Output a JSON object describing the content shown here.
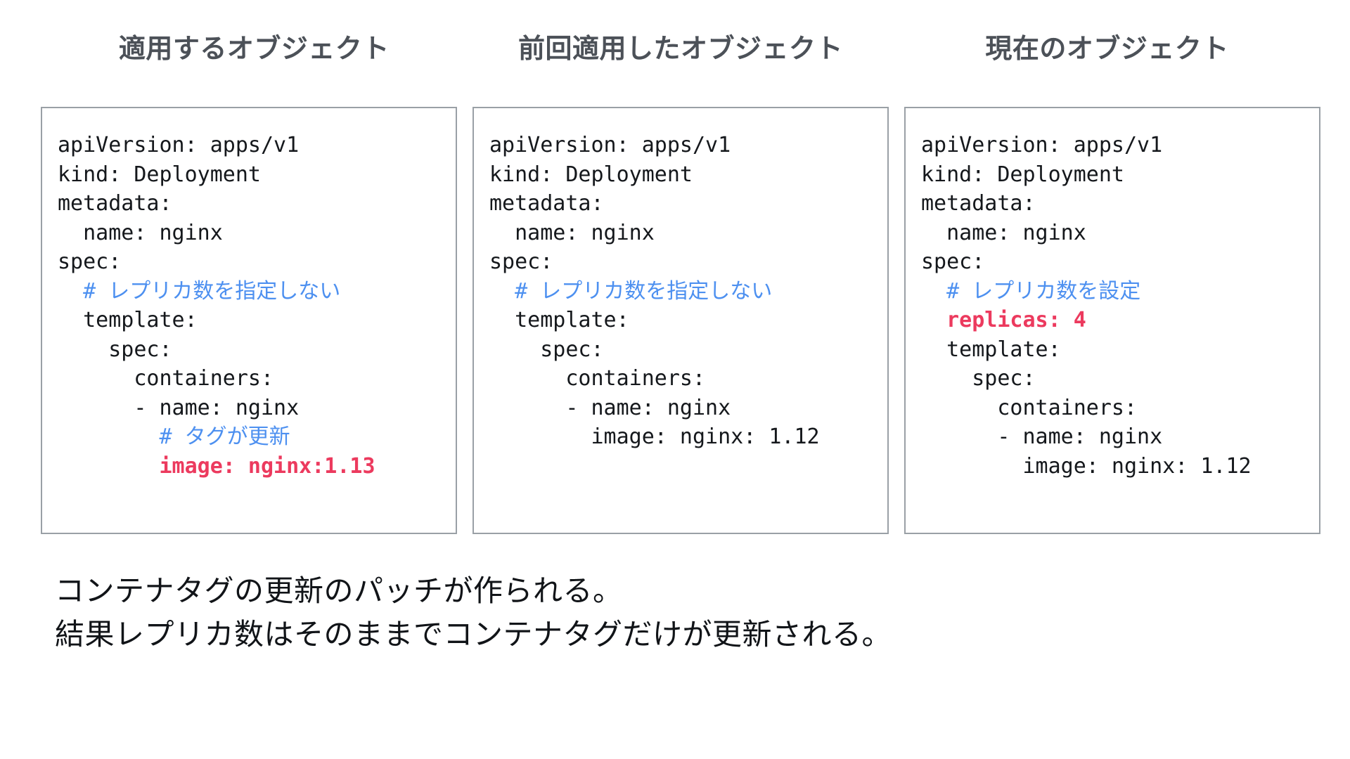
{
  "columns": [
    {
      "title": "適用するオブジェクト",
      "lines": [
        {
          "text": "apiVersion: apps/v1",
          "style": "plain"
        },
        {
          "text": "kind: Deployment",
          "style": "plain"
        },
        {
          "text": "metadata:",
          "style": "plain"
        },
        {
          "text": "  name: nginx",
          "style": "plain"
        },
        {
          "text": "spec:",
          "style": "plain"
        },
        {
          "text": "  # レプリカ数を指定しない",
          "style": "comment"
        },
        {
          "text": "  template:",
          "style": "plain"
        },
        {
          "text": "    spec:",
          "style": "plain"
        },
        {
          "text": "      containers:",
          "style": "plain"
        },
        {
          "text": "      - name: nginx",
          "style": "plain"
        },
        {
          "text": "        # タグが更新",
          "style": "comment"
        },
        {
          "text": "        image: nginx:1.13",
          "style": "changed"
        }
      ]
    },
    {
      "title": "前回適用したオブジェクト",
      "lines": [
        {
          "text": "apiVersion: apps/v1",
          "style": "plain"
        },
        {
          "text": "kind: Deployment",
          "style": "plain"
        },
        {
          "text": "metadata:",
          "style": "plain"
        },
        {
          "text": "  name: nginx",
          "style": "plain"
        },
        {
          "text": "spec:",
          "style": "plain"
        },
        {
          "text": "  # レプリカ数を指定しない",
          "style": "comment"
        },
        {
          "text": "  template:",
          "style": "plain"
        },
        {
          "text": "    spec:",
          "style": "plain"
        },
        {
          "text": "      containers:",
          "style": "plain"
        },
        {
          "text": "      - name: nginx",
          "style": "plain"
        },
        {
          "text": "        image: nginx: 1.12",
          "style": "plain"
        }
      ]
    },
    {
      "title": "現在のオブジェクト",
      "lines": [
        {
          "text": "apiVersion: apps/v1",
          "style": "plain"
        },
        {
          "text": "kind: Deployment",
          "style": "plain"
        },
        {
          "text": "metadata:",
          "style": "plain"
        },
        {
          "text": "  name: nginx",
          "style": "plain"
        },
        {
          "text": "spec:",
          "style": "plain"
        },
        {
          "text": "  # レプリカ数を設定",
          "style": "comment"
        },
        {
          "text": "  replicas: 4",
          "style": "changed"
        },
        {
          "text": "  template:",
          "style": "plain"
        },
        {
          "text": "    spec:",
          "style": "plain"
        },
        {
          "text": "      containers:",
          "style": "plain"
        },
        {
          "text": "      - name: nginx",
          "style": "plain"
        },
        {
          "text": "        image: nginx: 1.12",
          "style": "plain"
        }
      ]
    }
  ],
  "caption": {
    "line1": "コンテナタグの更新のパッチが作られる。",
    "line2": "結果レプリカ数はそのままでコンテナタグだけが更新される。"
  },
  "colors": {
    "heading": "#4c5158",
    "code_text": "#15181c",
    "comment": "#4d90f0",
    "changed": "#ec3a5e",
    "panel_border": "#9aa0a6",
    "background": "#ffffff",
    "caption_text": "#111418"
  }
}
